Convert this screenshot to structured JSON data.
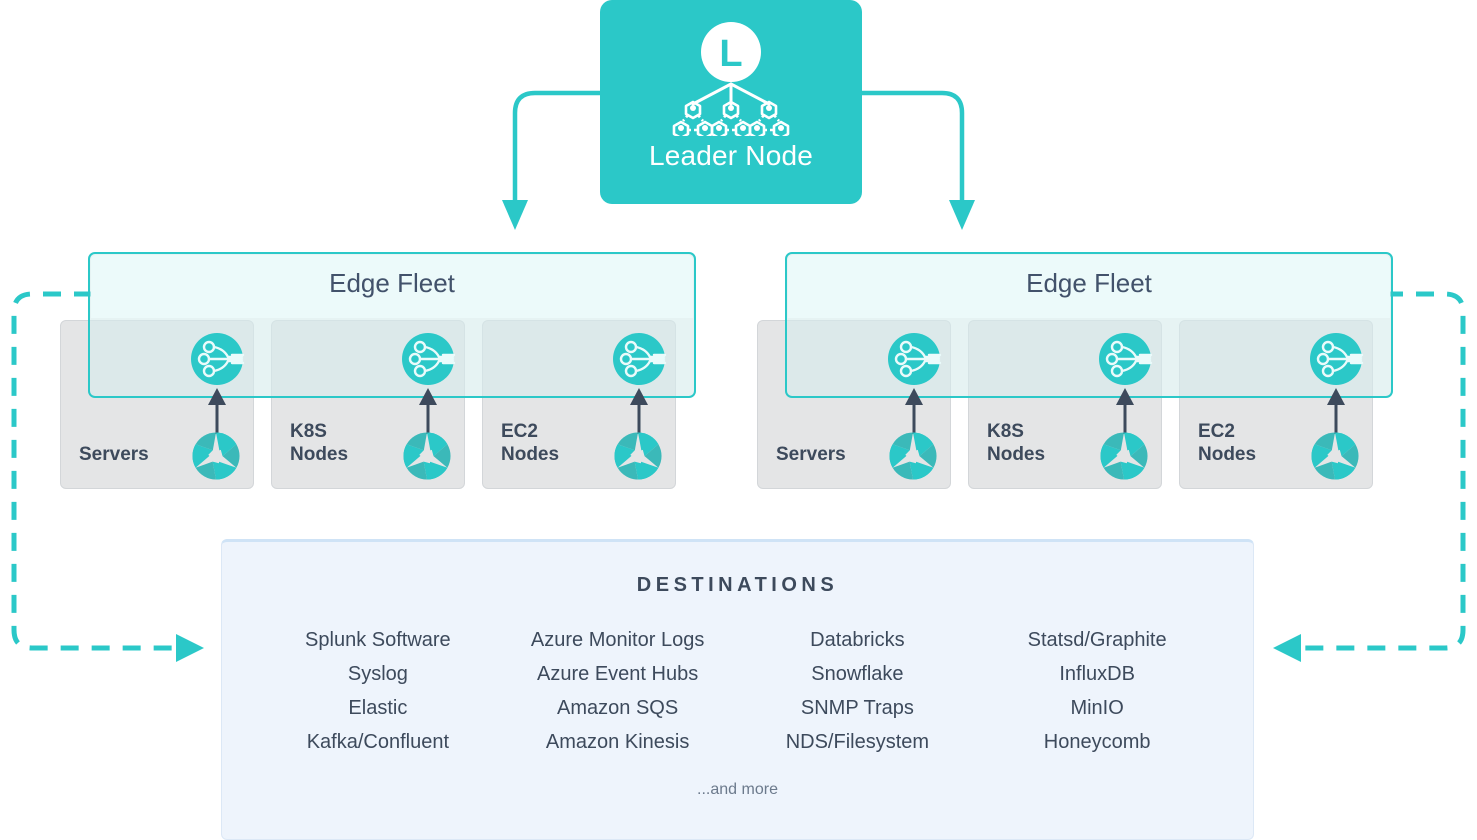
{
  "colors": {
    "teal": "#2BC8C8",
    "teal_dark": "#23A7A7",
    "fleet_fill": "#ECFAFA",
    "source_fill": "#E4E5E6",
    "destinations_fill": "#EEF4FC",
    "text_dark": "#3D4A5C",
    "text_muted": "#6C7A8C",
    "arrow_dark": "#3D4A5C"
  },
  "leader": {
    "label": "Leader Node",
    "badge_letter": "L",
    "icon": "leader-node-cluster-icon"
  },
  "fleets": [
    {
      "id": "fleet-left",
      "title": "Edge Fleet",
      "sources": [
        {
          "label": "Servers",
          "chip_icon": "edge-node-chip-icon",
          "source_icon": "aperture-icon"
        },
        {
          "label": "K8S\nNodes",
          "chip_icon": "edge-node-chip-icon",
          "source_icon": "aperture-icon"
        },
        {
          "label": "EC2\nNodes",
          "chip_icon": "edge-node-chip-icon",
          "source_icon": "aperture-icon"
        }
      ]
    },
    {
      "id": "fleet-right",
      "title": "Edge Fleet",
      "sources": [
        {
          "label": "Servers",
          "chip_icon": "edge-node-chip-icon",
          "source_icon": "aperture-icon"
        },
        {
          "label": "K8S\nNodes",
          "chip_icon": "edge-node-chip-icon",
          "source_icon": "aperture-icon"
        },
        {
          "label": "EC2\nNodes",
          "chip_icon": "edge-node-chip-icon",
          "source_icon": "aperture-icon"
        }
      ]
    }
  ],
  "destinations": {
    "title": "DESTINATIONS",
    "footer": "...and more",
    "columns": [
      [
        "Splunk Software",
        "Syslog",
        "Elastic",
        "Kafka/Confluent"
      ],
      [
        "Azure Monitor Logs",
        "Azure Event Hubs",
        "Amazon SQS",
        "Amazon Kinesis"
      ],
      [
        "Databricks",
        "Snowflake",
        "SNMP Traps",
        "NDS/Filesystem"
      ],
      [
        "Statsd/Graphite",
        "InfluxDB",
        "MinIO",
        "Honeycomb"
      ]
    ]
  }
}
